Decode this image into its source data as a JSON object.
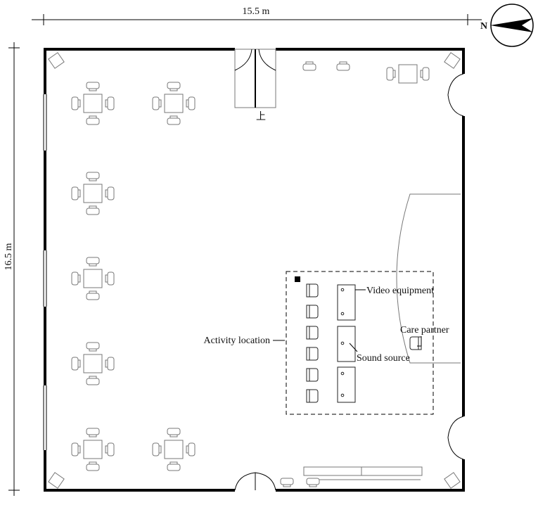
{
  "dimensions": {
    "width_label": "15.5 m",
    "height_label": "16.5 m"
  },
  "compass": {
    "label": "N"
  },
  "stair_label": "上",
  "labels": {
    "video_equipment": "Video equipment",
    "care_partner": "Care partner",
    "activity_location": "Activity location",
    "sound_source": "Sound source"
  }
}
